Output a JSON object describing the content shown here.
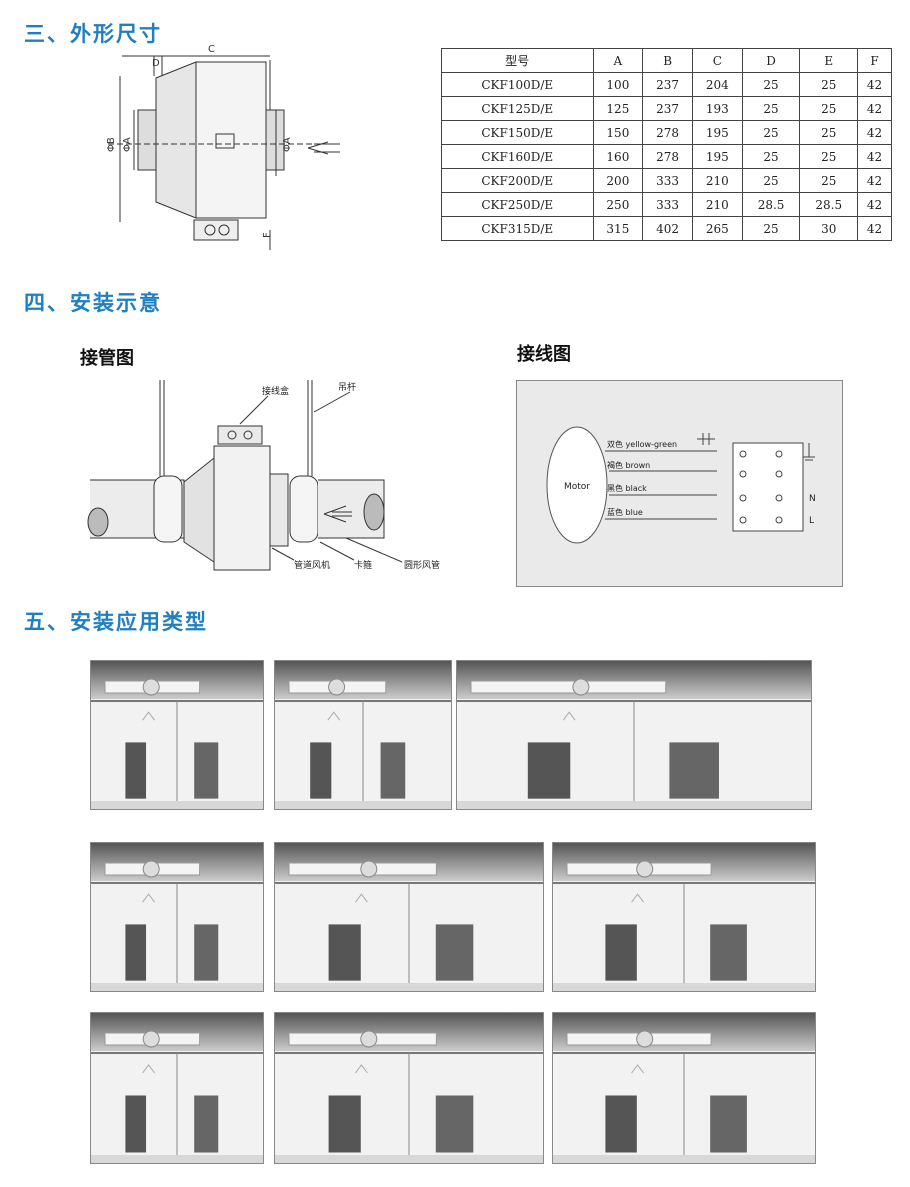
{
  "sections": {
    "dimensions": "三、外形尺寸",
    "installation": "四、安装示意",
    "applications": "五、安装应用类型"
  },
  "subtitles": {
    "pipe": "接管图",
    "wiring": "接线图"
  },
  "dims": {
    "C": "C",
    "D": "D",
    "B": "ΦB",
    "A1": "ΦA",
    "A2": "ΦA",
    "F": "F"
  },
  "table": {
    "headers": [
      "型号",
      "A",
      "B",
      "C",
      "D",
      "E",
      "F"
    ],
    "rows": [
      [
        "CKF100D/E",
        "100",
        "237",
        "204",
        "25",
        "25",
        "42"
      ],
      [
        "CKF125D/E",
        "125",
        "237",
        "193",
        "25",
        "25",
        "42"
      ],
      [
        "CKF150D/E",
        "150",
        "278",
        "195",
        "25",
        "25",
        "42"
      ],
      [
        "CKF160D/E",
        "160",
        "278",
        "195",
        "25",
        "25",
        "42"
      ],
      [
        "CKF200D/E",
        "200",
        "333",
        "210",
        "25",
        "25",
        "42"
      ],
      [
        "CKF250D/E",
        "250",
        "333",
        "210",
        "28.5",
        "28.5",
        "42"
      ],
      [
        "CKF315D/E",
        "315",
        "402",
        "265",
        "25",
        "30",
        "42"
      ]
    ]
  },
  "pipe_labels": {
    "junction_box": "接线盒",
    "hanger": "吊杆",
    "duct_fan": "管道风机",
    "clamp": "卡箍",
    "round_duct": "圆形风管"
  },
  "wiring": {
    "motor": "Motor",
    "wires": [
      "双色 yellow-green",
      "褐色 brown",
      "黑色 black",
      "蓝色 blue"
    ],
    "N": "N",
    "L": "L"
  }
}
